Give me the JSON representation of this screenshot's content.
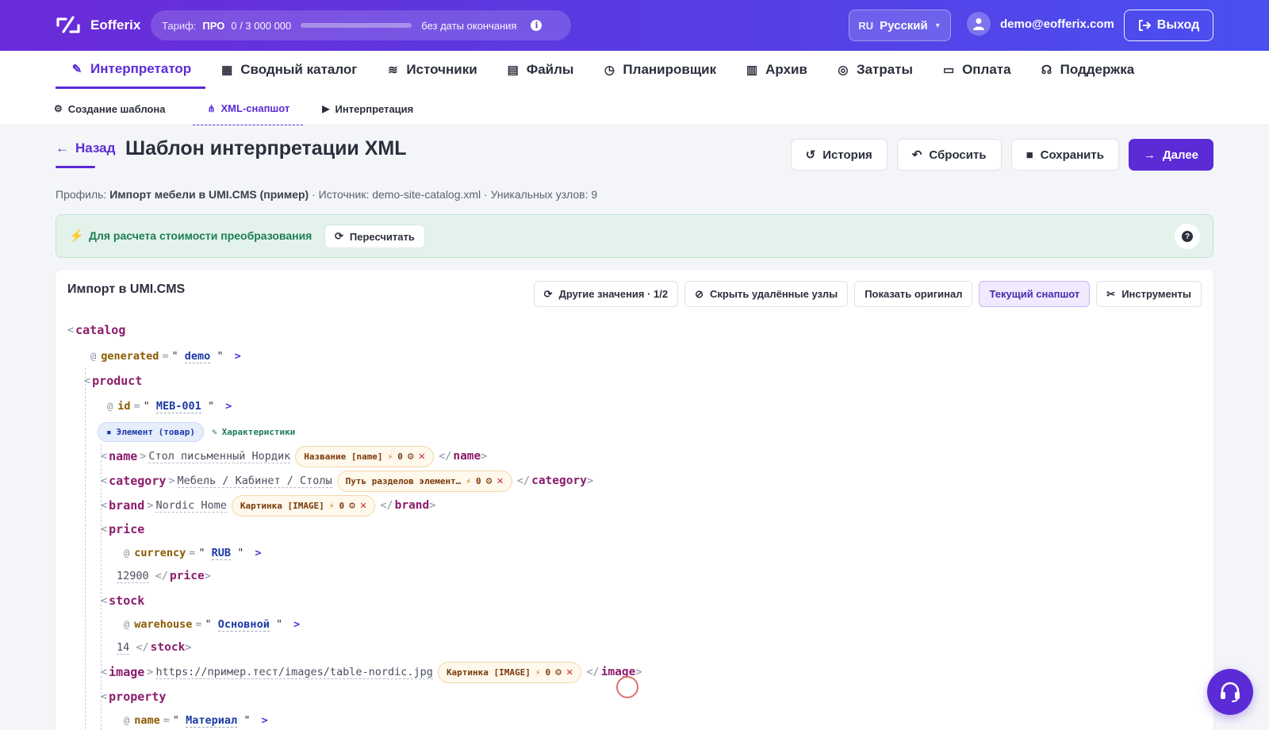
{
  "app": {
    "name": "Eofferix"
  },
  "tariff": {
    "label": "Тариф:",
    "plan": "ПРО",
    "count": "0 / 3 000 000",
    "usage_fraction": 0.0,
    "expiry": "без даты окончания"
  },
  "lang": {
    "code": "RU",
    "name": "Русский"
  },
  "user": {
    "email": "demo@eofferix.com"
  },
  "logout_label": "Выход",
  "nav": {
    "tabs": [
      {
        "label": "Интерпретатор",
        "icon": "wand-icon"
      },
      {
        "label": "Сводный каталог",
        "icon": "boxes-icon"
      },
      {
        "label": "Источники",
        "icon": "layers-icon"
      },
      {
        "label": "Файлы",
        "icon": "folders-icon"
      },
      {
        "label": "Планировщик",
        "icon": "clock-icon"
      },
      {
        "label": "Архив",
        "icon": "archive-icon"
      },
      {
        "label": "Затраты",
        "icon": "coins-icon"
      },
      {
        "label": "Оплата",
        "icon": "card-icon"
      },
      {
        "label": "Поддержка",
        "icon": "headset-icon"
      }
    ],
    "subtabs": [
      {
        "label": "Создание шаблона",
        "icon": "gear-icon"
      },
      {
        "label": "XML-снапшот",
        "icon": "sitemap-icon"
      },
      {
        "label": "Интерпретация",
        "icon": "play-icon"
      }
    ]
  },
  "page": {
    "back_label": "Назад",
    "title": "Шаблон интерпретации XML",
    "actions": {
      "history": "История",
      "reset": "Сбросить",
      "save": "Сохранить",
      "next": "Далее"
    },
    "meta": {
      "profile_label": "Профиль:",
      "profile": "Импорт мебели в UMI.CMS (пример)",
      "rest": "· Источник: demo-site-catalog.xml · Уникальных узлов: 9"
    }
  },
  "banner": {
    "text": "Для расчета стоимости преобразования",
    "recalc": "Пересчитать"
  },
  "card": {
    "title": "Импорт в UMI.CMS",
    "tools": {
      "other": "Другие значения · 1/2",
      "hide": "Скрыть удалённые узлы",
      "original": "Показать оригинал",
      "current": "Текущий снапшот",
      "instruments": "Инструменты"
    }
  },
  "xml": {
    "catalog": "catalog",
    "generated_attr": "generated",
    "generated_val": "demo",
    "product": "product",
    "id_attr": "id",
    "id_val": "MEB-001",
    "pill_element": "Элемент (товар)",
    "pill_props": "Характеристики",
    "name_tag": "name",
    "name_val": "Стол письменный Нордик",
    "name_chip": "Название [name]",
    "category_tag": "category",
    "category_val": "Мебель / Кабинет / Столы",
    "category_chip": "Путь разделов элемент…",
    "brand_tag": "brand",
    "brand_val": "Nordic Home",
    "brand_chip": "Картинка [IMAGE]",
    "price_tag": "price",
    "currency_attr": "currency",
    "currency_val": "RUB",
    "price_val": "12900",
    "stock_tag": "stock",
    "warehouse_attr": "warehouse",
    "warehouse_val": "Основной",
    "stock_val": "14",
    "image_tag": "image",
    "image_val": "https://пример.тест/images/table-nordic.jpg",
    "image_chip": "Картинка [IMAGE]",
    "property_tag": "property",
    "prop_name_attr": "name",
    "prop_name_val": "Материал",
    "chip_count": "0"
  },
  "colors": {
    "accent": "#5b2bd6",
    "tag": "#8b1c6b",
    "attr": "#8a5a00",
    "success": "#1d7d55"
  }
}
